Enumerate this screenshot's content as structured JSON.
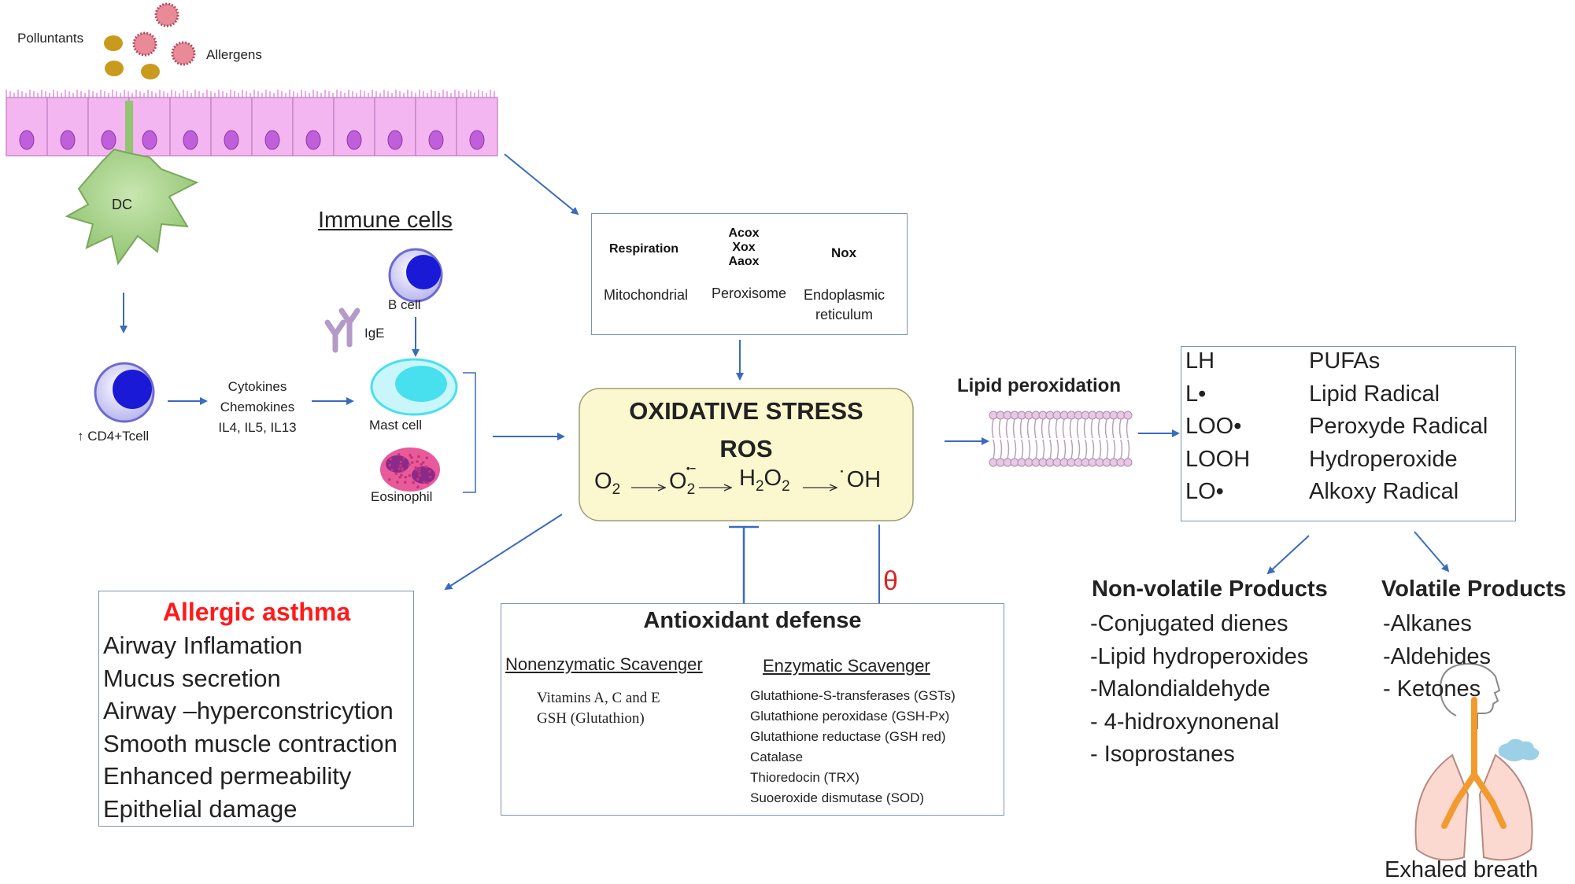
{
  "inputs": {
    "pollutants": "Polluntants",
    "allergens": "Allergens"
  },
  "cells": {
    "dc": "DC",
    "immune_title": "Immune cells",
    "cd4": "↑ CD4+Tcell",
    "cytokines": [
      "Cytokines",
      "Chemokines",
      "IL4, IL5, IL13"
    ],
    "b_cell": "B cell",
    "ige": "IgE",
    "mast_cell": "Mast cell",
    "eosinophil": "Eosinophil"
  },
  "sources": {
    "mito_inner": "Respiration",
    "mito": "Mitochondrial",
    "perox_inner": [
      "Acox",
      "Xox",
      "Aaox"
    ],
    "perox": "Peroxisome",
    "er_inner": "Nox",
    "er": [
      "Endoplasmic",
      "reticulum"
    ]
  },
  "stress": {
    "title": "OXIDATIVE STRESS",
    "subtitle": "ROS",
    "eq": {
      "o2": "O",
      "sub2": "2",
      "o2r": "O",
      "dot": "•−",
      "h2o2_h": "H",
      "h2o2_o": "O",
      "oh": "˙OH"
    }
  },
  "lipid": {
    "title": "Lipid peroxidation",
    "table": [
      {
        "sym": "LH",
        "name": "PUFAs"
      },
      {
        "sym": "L•",
        "name": "Lipid Radical"
      },
      {
        "sym": "LOO•",
        "name": "Peroxyde Radical"
      },
      {
        "sym": "LOOH",
        "name": "Hydroperoxide"
      },
      {
        "sym": "LO•",
        "name": "Alkoxy Radical"
      }
    ]
  },
  "asthma": {
    "title": "Allergic asthma",
    "title_color": "#ff1a1a",
    "items": [
      "Airway Inflamation",
      "Mucus secretion",
      "Airway –hyperconstricytion",
      "Smooth muscle contraction",
      "Enhanced permeability",
      "Epithelial damage"
    ]
  },
  "antioxidant": {
    "title": "Antioxidant defense",
    "inhibit": "θ",
    "nonenz_title": "Nonenzymatic Scavenger",
    "nonenz_items": [
      "Vitamins A, C and E",
      "GSH (Glutathion)"
    ],
    "enz_title": "Enzymatic Scavenger",
    "enz_items": [
      "Glutathione-S-transferases (GSTs)",
      "Glutathione peroxidase (GSH-Px)",
      "Glutathione reductase (GSH red)",
      "Catalase",
      "Thioredocin (TRX)",
      "Suoeroxide dismutase (SOD)"
    ]
  },
  "products": {
    "nonvolatile_title": "Non-volatile Products",
    "nonvolatile": [
      "-Conjugated dienes",
      "-Lipid hydroperoxides",
      "-Malondialdehyde",
      "- 4-hidroxynonenal",
      "- Isoprostanes"
    ],
    "volatile_title": "Volatile Products",
    "volatile": [
      "-Alkanes",
      "-Aldehides",
      "- Ketones"
    ],
    "breath": "Exhaled breath"
  },
  "colors": {
    "arrow": "#3a6bbf",
    "epithelium": "#f4b6f0",
    "nucleus": "#c05fdc",
    "dc": "#a8d38c",
    "stress_box": "#fbf7cf",
    "cd4": "#1a1ad6",
    "mast": "#48e0ee",
    "pollutant": "#c99a1c",
    "allergen": "#e07a8a"
  }
}
